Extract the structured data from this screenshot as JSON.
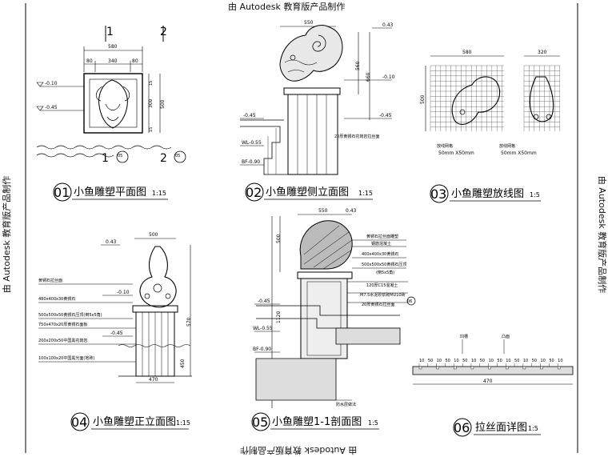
{
  "watermark": {
    "top": "由 Autodesk 教育版产品制作",
    "bottom": "由 Autodesk 教育版产品制作",
    "left": "由 Autodesk 教育版产品制作",
    "right": "由 Autodesk 教育版产品制作"
  },
  "views": [
    {
      "num": "01",
      "title": "小鱼雕塑平面图",
      "scale": "1:15"
    },
    {
      "num": "02",
      "title": "小鱼雕塑侧立面图",
      "scale": "1:15"
    },
    {
      "num": "03",
      "title": "小鱼雕塑放线图",
      "scale": "1:5"
    },
    {
      "num": "04",
      "title": "小鱼雕塑正立面图",
      "scale": "1:15"
    },
    {
      "num": "05",
      "title": "小鱼雕塑1-1剖面图",
      "scale": "1:5"
    },
    {
      "num": "06",
      "title": "拉丝面详图",
      "scale": "1:5"
    }
  ],
  "plan": {
    "section_marks": [
      "1",
      "2"
    ],
    "dims_top": [
      "580",
      "80",
      "340",
      "80"
    ],
    "dims_right": [
      "15",
      "300",
      "500",
      "15"
    ],
    "levels": [
      "-0.10",
      "-0.45"
    ],
    "ref": "05"
  },
  "side": {
    "dims": [
      "550",
      "0.43",
      "560",
      "660"
    ],
    "levels": [
      "-0.10",
      "-0.45",
      "WL-0.55",
      "BF-0.90"
    ],
    "note": "20厚黄锈石花岗岩拉丝面"
  },
  "layout": {
    "dims": [
      "580",
      "320",
      "500"
    ],
    "grid_notes": [
      "50mm X50mm",
      "50mm X50mm"
    ],
    "grid_label": "放线网格"
  },
  "front": {
    "dims": [
      "500",
      "0.43",
      "570",
      "450",
      "470"
    ],
    "levels": [
      "-0.10",
      "-0.45"
    ],
    "notes": [
      "黄锈石拉丝面",
      "480x400x30黄锈石",
      "500x500x50黄锈石压顶(倒5x5角)",
      "750x470x20厚黄锈石面板",
      "200x200x50中国黑花岗岩",
      "100x100x20中国黑光面(地砖)"
    ]
  },
  "section": {
    "dims": [
      "550",
      "500",
      "1120",
      "0.43"
    ],
    "levels": [
      "-0.45",
      "WL-0.55",
      "BF-0.90"
    ],
    "notes": [
      "黄锈石拉丝面雕塑",
      "钢筋混凝土",
      "400x400x30黄锈石",
      "500x500x50黄锈石压顶",
      "(倒5x5角)",
      "120厚C15混凝土",
      "M7.5水泥砂浆砌MU10砖",
      "20厚黄锈石拉丝面",
      "防水层做法"
    ],
    "ref": "06"
  },
  "detail": {
    "labels": [
      "凹槽",
      "凸面"
    ],
    "dims": [
      "10",
      "50",
      "10",
      "50",
      "10",
      "50",
      "10",
      "50",
      "10",
      "50",
      "10",
      "50",
      "10",
      "50",
      "10",
      "50",
      "10"
    ],
    "total": "470"
  }
}
